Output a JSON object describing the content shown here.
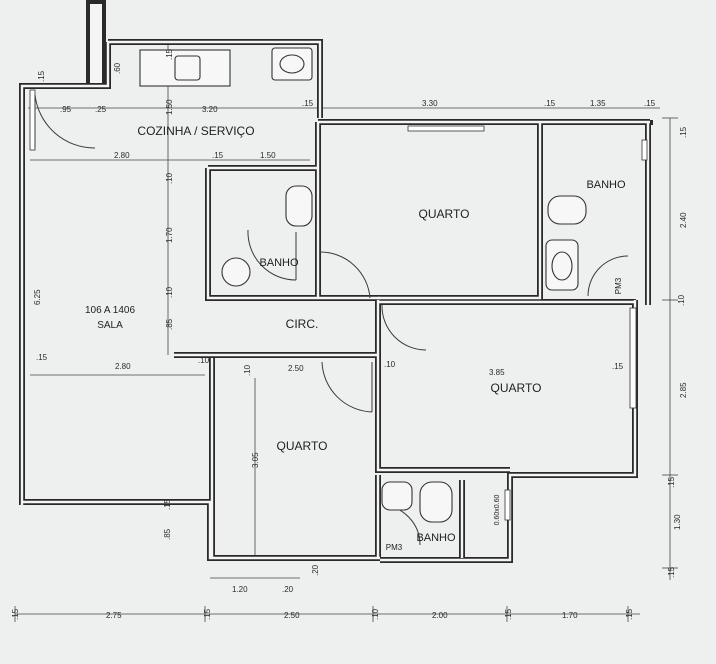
{
  "plan": {
    "unit_title": "106 A 1406",
    "rooms": {
      "cozinha": "COZINHA / SERVIÇO",
      "sala": "SALA",
      "quarto_top": "QUARTO",
      "quarto_right": "QUARTO",
      "quarto_bottom": "QUARTO",
      "banho_mid": "BANHO",
      "banho_right": "BANHO",
      "banho_bottom": "BANHO",
      "circ": "CIRC."
    },
    "tags": {
      "pm3_right": "PM3",
      "pm3_bottom": "PM3",
      "window_small": "0.60x0.60"
    },
    "dimensions": {
      "top_95": ".95",
      "top_25": ".25",
      "top_320": "3.20",
      "top_330": "3.30",
      "top_135": "1.35",
      "top_15a": ".15",
      "top_15b": ".15",
      "top_15c": ".15",
      "top_15d": ".15",
      "top_15e": ".15",
      "top_60": ".60",
      "top_150": "1.50",
      "top_10": ".10",
      "k_280": "2.80",
      "k_15": ".15",
      "k_150": "1.50",
      "v_10a": ".10",
      "v_170": "1.70",
      "v_10b": ".10",
      "v_85": ".85",
      "left_625": "6.25",
      "left_15": ".15",
      "sala_280": "2.80",
      "circ_10": ".10",
      "q_10": ".10",
      "q_250": "2.50",
      "q_10b": ".10",
      "q_385": "3.85",
      "q_15": ".15",
      "q_305": "3.05",
      "r_15a": ".15",
      "r_240": "2.40",
      "r_10": ".10",
      "r_285": "2.85",
      "r_15b": ".15",
      "r_130": "1.30",
      "r_15c": ".15",
      "bl_15": ".15",
      "bl_85": ".85",
      "b_120": "1.20",
      "b_20a": ".20",
      "b_20b": ".20",
      "bot_15a": ".15",
      "bot_275": "2.75",
      "bot_15b": ".15",
      "bot_250": "2.50",
      "bot_10": ".10",
      "bot_200": "2.00",
      "bot_15c": ".15",
      "bot_170": "1.70",
      "bot_15d": ".15"
    }
  }
}
